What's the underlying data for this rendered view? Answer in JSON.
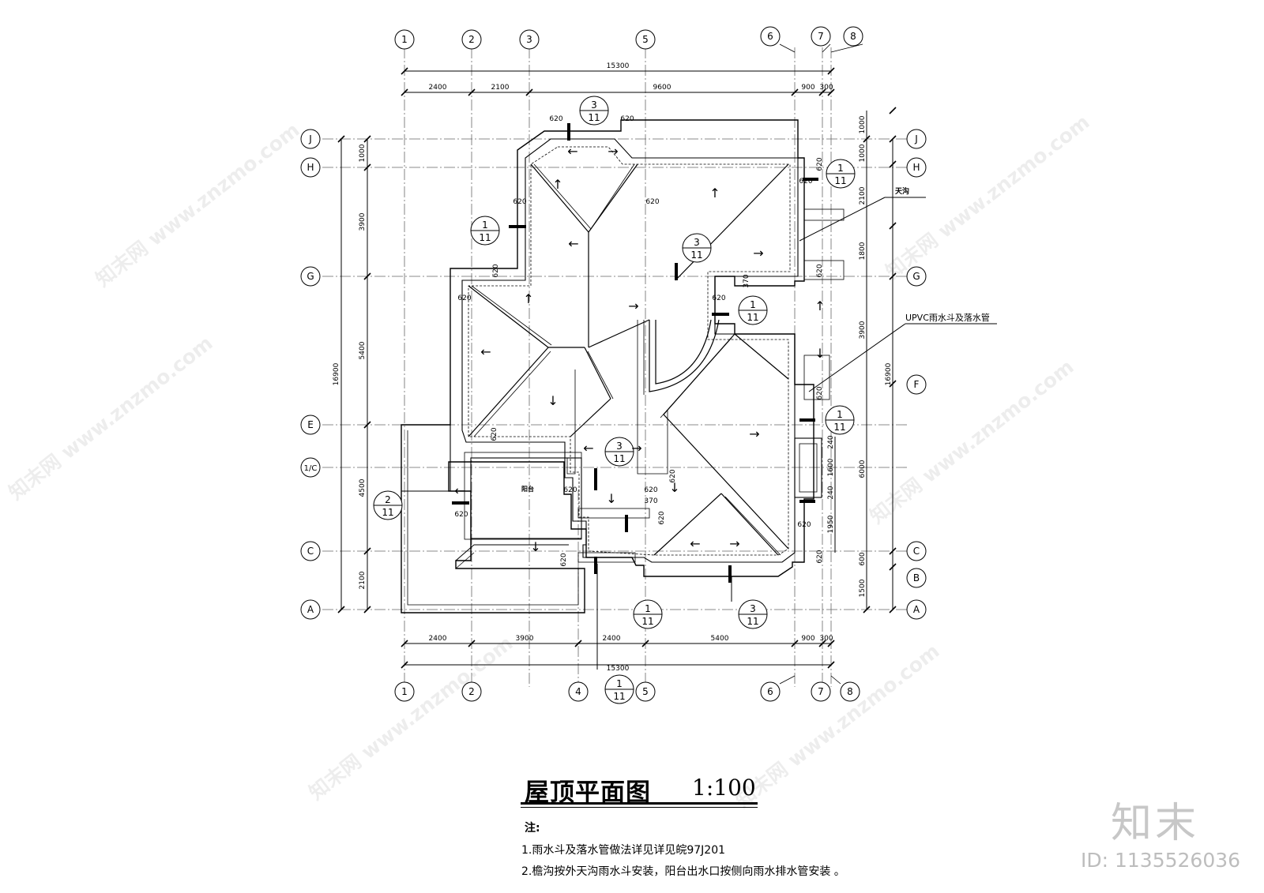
{
  "drawing": {
    "title": "屋顶平面图",
    "scale": "1:100",
    "notes_heading": "注:",
    "notes": [
      "1.雨水斗及落水管做法详见详见皖97J201",
      "2.檐沟按外天沟雨水斗安装，阳台出水口按侧向雨水排水管安装 。"
    ],
    "labels": {
      "gutter": "天沟",
      "pipe": "UPVC雨水斗及落水管",
      "balcony": "阳台"
    }
  },
  "axes": {
    "top": [
      "1",
      "2",
      "3",
      "5",
      "6",
      "7",
      "8"
    ],
    "bottom": [
      "1",
      "2",
      "4",
      "5",
      "6",
      "7",
      "8"
    ],
    "left": [
      "J",
      "H",
      "G",
      "E",
      "1/C",
      "C",
      "A"
    ],
    "right": [
      "J",
      "H",
      "G",
      "F",
      "C",
      "B",
      "A"
    ]
  },
  "dimensions": {
    "top_total": "15300",
    "top_segments": [
      "2400",
      "2100",
      "9600",
      "900",
      "300"
    ],
    "bottom_segments": [
      "2400",
      "3900",
      "2400",
      "5400",
      "900",
      "300"
    ],
    "bottom_total": "15300",
    "left_outer": "16900",
    "left_inner": [
      "1000",
      "3900",
      "5400",
      "4500",
      "2100"
    ],
    "right_outer": "16900",
    "right_inner_1": [
      "1000",
      "1000",
      "2100",
      "1800",
      "3900",
      "6000",
      "600",
      "1500"
    ],
    "right_inner_2": [
      "240",
      "1600",
      "240",
      "1950"
    ],
    "gutter_620": "620",
    "d370": "370"
  },
  "detail_refs": [
    {
      "num": "3",
      "sheet": "11"
    },
    {
      "num": "1",
      "sheet": "11"
    },
    {
      "num": "3",
      "sheet": "11"
    },
    {
      "num": "1",
      "sheet": "11"
    },
    {
      "num": "1",
      "sheet": "11"
    },
    {
      "num": "1",
      "sheet": "11"
    },
    {
      "num": "2",
      "sheet": "11"
    },
    {
      "num": "3",
      "sheet": "11"
    },
    {
      "num": "1",
      "sheet": "11"
    },
    {
      "num": "3",
      "sheet": "11"
    },
    {
      "num": "1",
      "sheet": "11"
    }
  ],
  "watermark": {
    "brand": "知末",
    "image_id": "ID: 1135526036",
    "site": "www.znzmo.com",
    "site_cn": "知末网"
  },
  "colors": {
    "line": "#000000",
    "watermark": "#c7c7c7"
  }
}
